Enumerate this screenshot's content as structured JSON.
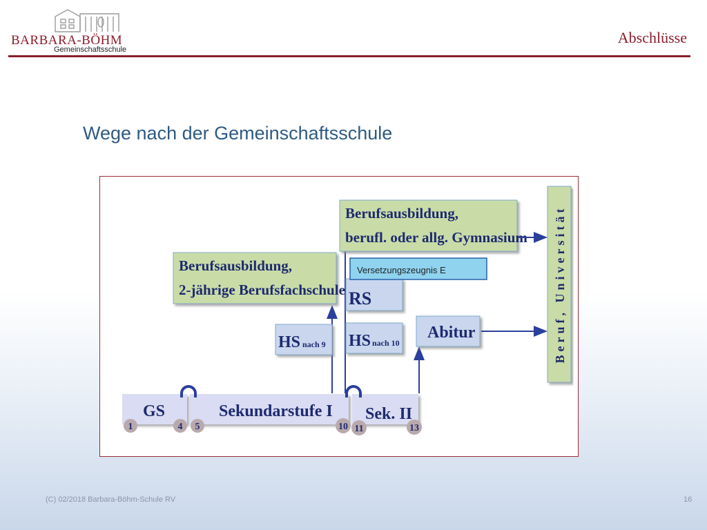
{
  "header": {
    "logo_name": "BARBARA-BÖHM",
    "logo_sub": "Gemeinschaftsschule",
    "section_title": "Abschlüsse"
  },
  "slide": {
    "heading": "Wege nach der Gemeinschaftsschule"
  },
  "diagram": {
    "box_berufsausbildung_gym": [
      "Berufsausbildung,",
      "berufl. oder allg. Gymnasium"
    ],
    "box_berufsausbildung_bfs": [
      "Berufsausbildung,",
      "2-jährige Berufsfachschule"
    ],
    "versetzungszeugnis": "Versetzungszeugnis E",
    "rs": "RS",
    "hs9_main": "HS",
    "hs9_sub": "nach 9",
    "hs10_main": "HS",
    "hs10_sub": "nach 10",
    "abitur": "Abitur",
    "beruf_universitaet": "Beruf, Universität",
    "gs": "GS",
    "sek1": "Sekundarstufe I",
    "sek2": "Sek. II",
    "grades": [
      "1",
      "4",
      "5",
      "10",
      "11",
      "13"
    ],
    "colors": {
      "green_box": "#c9dca8",
      "blue_box": "#c9d6ee",
      "lavender_bar": "#d9dcf2",
      "text_navy": "#1e2a6e",
      "arrow_blue": "#2b3f9c",
      "grade_circle": "#b9a9ad"
    }
  },
  "footer": {
    "copyright": "(C) 02/2018 Barbara-Böhm-Schule RV",
    "page_number": "16"
  }
}
